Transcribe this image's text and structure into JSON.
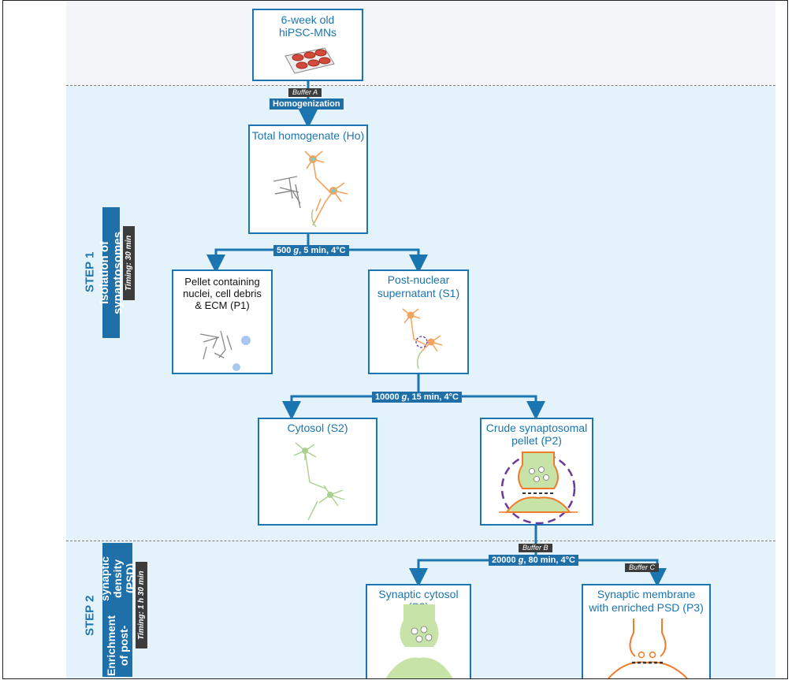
{
  "start": {
    "title_line1": "6-week old",
    "title_line2": "hiPSC-MNs"
  },
  "buffers": {
    "a": "Buffer A",
    "b": "Buffer B",
    "c": "Buffer C"
  },
  "homogenization": "Homogenization",
  "ho": {
    "title": "Total homogenate (Ho)"
  },
  "spin1": {
    "text": "500 g, 5 min, 4°C"
  },
  "p1": {
    "line1": "Pellet containing",
    "line2": "nuclei, cell debris",
    "line3": "& ECM (P1)"
  },
  "s1": {
    "line1": "Post-nuclear",
    "line2": "supernatant (S1)"
  },
  "spin2": {
    "text": "10000 g, 15 min, 4°C"
  },
  "s2": {
    "title": "Cytosol (S2)"
  },
  "p2": {
    "line1": "Crude synaptosomal",
    "line2": "pellet (P2)"
  },
  "spin3": {
    "text": "20000 g, 80 min, 4°C"
  },
  "s3": {
    "title": "Synaptic cytosol (S3)"
  },
  "p3": {
    "line1": "Synaptic membrane",
    "line2": "with enriched PSD (P3)"
  },
  "step1": {
    "label": "STEP 1",
    "title": "Isolation of synaptosomes",
    "timing": "Timing: 30 min"
  },
  "step2": {
    "label": "STEP 2",
    "title_line1": "Enrichment of post-",
    "title_line2": "synaptic density (PSD)",
    "timing": "Timing: 1 h 30 min"
  },
  "colors": {
    "blue": "#1a75b0",
    "dark_blue": "#1f6fa8",
    "band": "#e4f3fb",
    "neuron_orange": "#f5a25d",
    "neuron_green": "#a9d18e",
    "purple_dash": "#6a3a9c"
  }
}
